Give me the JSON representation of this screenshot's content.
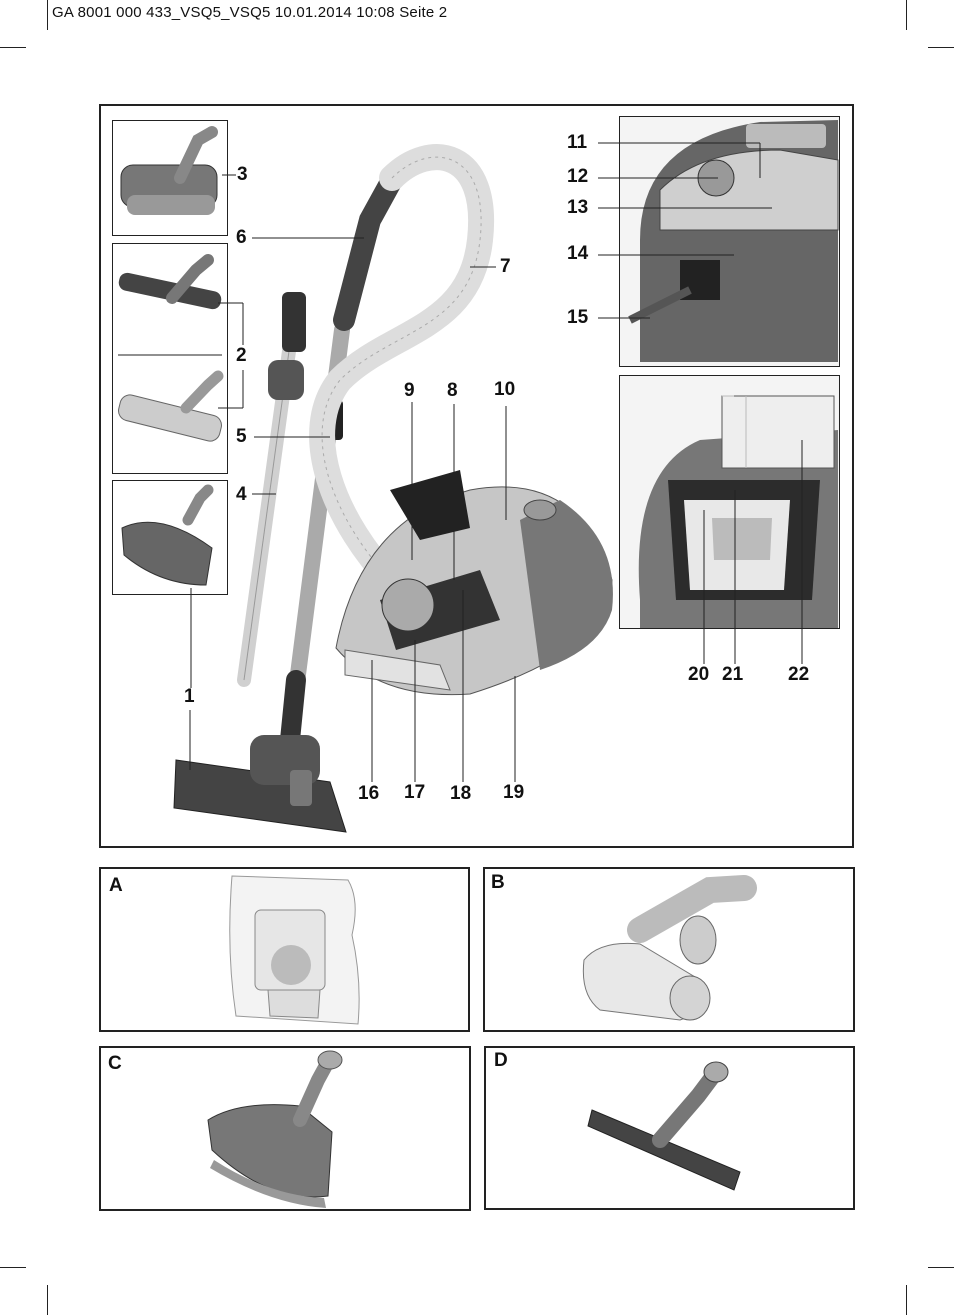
{
  "header": {
    "text": "GA 8001 000 433_VSQ5_VSQ5  10.01.2014  10:08  Seite 2"
  },
  "callouts": {
    "n1": "1",
    "n2": "2",
    "n3": "3",
    "n4": "4",
    "n5": "5",
    "n6": "6",
    "n7": "7",
    "n8": "8",
    "n9": "9",
    "n10": "10",
    "n11": "11",
    "n12": "12",
    "n13": "13",
    "n14": "14",
    "n15": "15",
    "n16": "16",
    "n17": "17",
    "n18": "18",
    "n19": "19",
    "n20": "20",
    "n21": "21",
    "n22": "22"
  },
  "panels": {
    "a": "A",
    "b": "B",
    "c": "C",
    "d": "D"
  },
  "colors": {
    "frame": "#222222",
    "device_dark": "#555555",
    "device_light": "#c8c8c8",
    "hose": "#dddddd"
  }
}
